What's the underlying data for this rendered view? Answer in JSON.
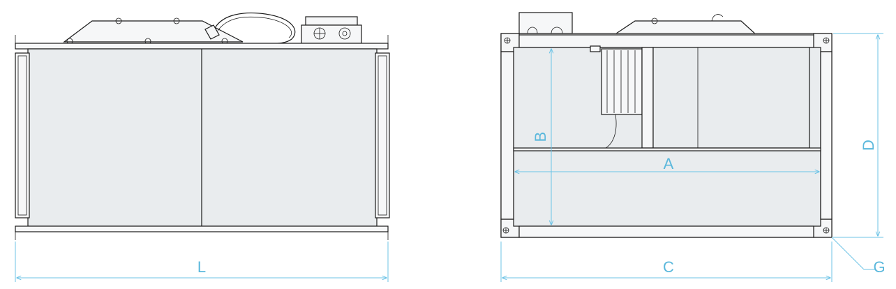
{
  "labels": {
    "L": "L",
    "A": "A",
    "B": "B",
    "C": "C",
    "D": "D",
    "G": "G"
  },
  "colors": {
    "dimension_line": "#6cc3e6",
    "dimension_text": "#5bb8dc",
    "panel_fill": "#e9ecee",
    "outline": "#1a1a1a"
  }
}
